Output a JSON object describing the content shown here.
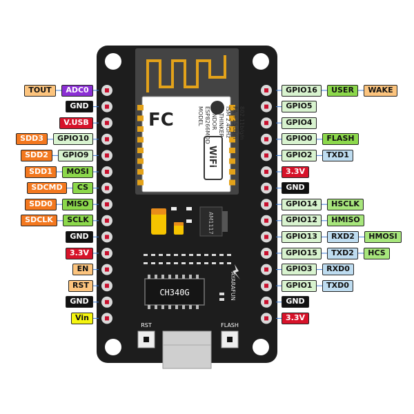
{
  "board": {
    "colors": {
      "pcb": "#1d1d1d",
      "pcb_edge": "#0f0f0f",
      "antenna": "#e3a21a",
      "module": "#444444",
      "shield": "#ffffff",
      "header_pin": "#d9d9d9",
      "pin_core": "#c8102e",
      "usb": "#cfcfcf",
      "capacitor_yellow": "#f5c400",
      "capacitor_orange": "#e88c1a"
    },
    "module_markings": {
      "fc": "FC",
      "model": "MODEL",
      "model_value": "ESP8266MOD",
      "vendor": "VENDOR",
      "vendor_value": "AI-THINKER",
      "ism": "ISM 2.4GHz",
      "pa": "PA +25dBm",
      "standard": "802.11b/g/n",
      "wifi": "WiFi"
    },
    "chip_label": "CH340G",
    "regulator_label": "AM1117",
    "logo_text": "AYARAFUN",
    "rst_label": "RST",
    "flash_label": "FLASH"
  },
  "label_colors": {
    "orange": "#f3781f",
    "peach": "#fcc47e",
    "purple": "#8b2fd4",
    "black": "#111111",
    "red": "#d7132a",
    "mint": "#d8f3cf",
    "green": "#8cd84b",
    "lightblue": "#bedcf0",
    "yellow": "#f5f510",
    "lightgreen": "#a7e67c"
  },
  "left_pins": [
    {
      "labels": [
        {
          "text": "TOUT",
          "color": "peach"
        },
        {
          "text": "ADC0",
          "color": "purple"
        }
      ]
    },
    {
      "labels": [
        {
          "text": "GND",
          "color": "black"
        }
      ]
    },
    {
      "labels": [
        {
          "text": "V.USB",
          "color": "red"
        }
      ]
    },
    {
      "labels": [
        {
          "text": "SDD3",
          "color": "orange"
        },
        {
          "text": "GPIO10",
          "color": "mint"
        }
      ]
    },
    {
      "labels": [
        {
          "text": "SDD2",
          "color": "orange"
        },
        {
          "text": "GPIO9",
          "color": "mint"
        }
      ]
    },
    {
      "labels": [
        {
          "text": "SDD1",
          "color": "orange"
        },
        {
          "text": "MOSI",
          "color": "green"
        }
      ]
    },
    {
      "labels": [
        {
          "text": "SDCMD",
          "color": "orange"
        },
        {
          "text": "CS",
          "color": "green"
        }
      ]
    },
    {
      "labels": [
        {
          "text": "SDD0",
          "color": "orange"
        },
        {
          "text": "MISO",
          "color": "green"
        }
      ]
    },
    {
      "labels": [
        {
          "text": "SDCLK",
          "color": "orange"
        },
        {
          "text": "SCLK",
          "color": "green"
        }
      ]
    },
    {
      "labels": [
        {
          "text": "GND",
          "color": "black"
        }
      ]
    },
    {
      "labels": [
        {
          "text": "3.3V",
          "color": "red"
        }
      ]
    },
    {
      "labels": [
        {
          "text": "EN",
          "color": "peach"
        }
      ]
    },
    {
      "labels": [
        {
          "text": "RST",
          "color": "peach"
        }
      ]
    },
    {
      "labels": [
        {
          "text": "GND",
          "color": "black"
        }
      ]
    },
    {
      "labels": [
        {
          "text": "Vin",
          "color": "yellow"
        }
      ]
    }
  ],
  "right_pins": [
    {
      "labels": [
        {
          "text": "GPIO16",
          "color": "mint"
        },
        {
          "text": "USER",
          "color": "green"
        },
        {
          "text": "WAKE",
          "color": "peach"
        }
      ]
    },
    {
      "labels": [
        {
          "text": "GPIO5",
          "color": "mint"
        }
      ]
    },
    {
      "labels": [
        {
          "text": "GPIO4",
          "color": "mint"
        }
      ]
    },
    {
      "labels": [
        {
          "text": "GPIO0",
          "color": "mint"
        },
        {
          "text": "FLASH",
          "color": "green"
        }
      ]
    },
    {
      "labels": [
        {
          "text": "GPIO2",
          "color": "mint"
        },
        {
          "text": "TXD1",
          "color": "lightblue"
        }
      ]
    },
    {
      "labels": [
        {
          "text": "3.3V",
          "color": "red"
        }
      ]
    },
    {
      "labels": [
        {
          "text": "GND",
          "color": "black"
        }
      ]
    },
    {
      "labels": [
        {
          "text": "GPIO14",
          "color": "mint"
        },
        {
          "text": "HSCLK",
          "color": "lightgreen"
        }
      ]
    },
    {
      "labels": [
        {
          "text": "GPIO12",
          "color": "mint"
        },
        {
          "text": "HMISO",
          "color": "lightgreen"
        }
      ]
    },
    {
      "labels": [
        {
          "text": "GPIO13",
          "color": "mint"
        },
        {
          "text": "RXD2",
          "color": "lightblue"
        },
        {
          "text": "HMOSI",
          "color": "lightgreen"
        }
      ]
    },
    {
      "labels": [
        {
          "text": "GPIO15",
          "color": "mint"
        },
        {
          "text": "TXD2",
          "color": "lightblue"
        },
        {
          "text": "HCS",
          "color": "lightgreen"
        }
      ]
    },
    {
      "labels": [
        {
          "text": "GPIO3",
          "color": "mint"
        },
        {
          "text": "RXD0",
          "color": "lightblue"
        }
      ]
    },
    {
      "labels": [
        {
          "text": "GPIO1",
          "color": "mint"
        },
        {
          "text": "TXD0",
          "color": "lightblue"
        }
      ]
    },
    {
      "labels": [
        {
          "text": "GND",
          "color": "black"
        }
      ]
    },
    {
      "labels": [
        {
          "text": "3.3V",
          "color": "red"
        }
      ]
    }
  ]
}
